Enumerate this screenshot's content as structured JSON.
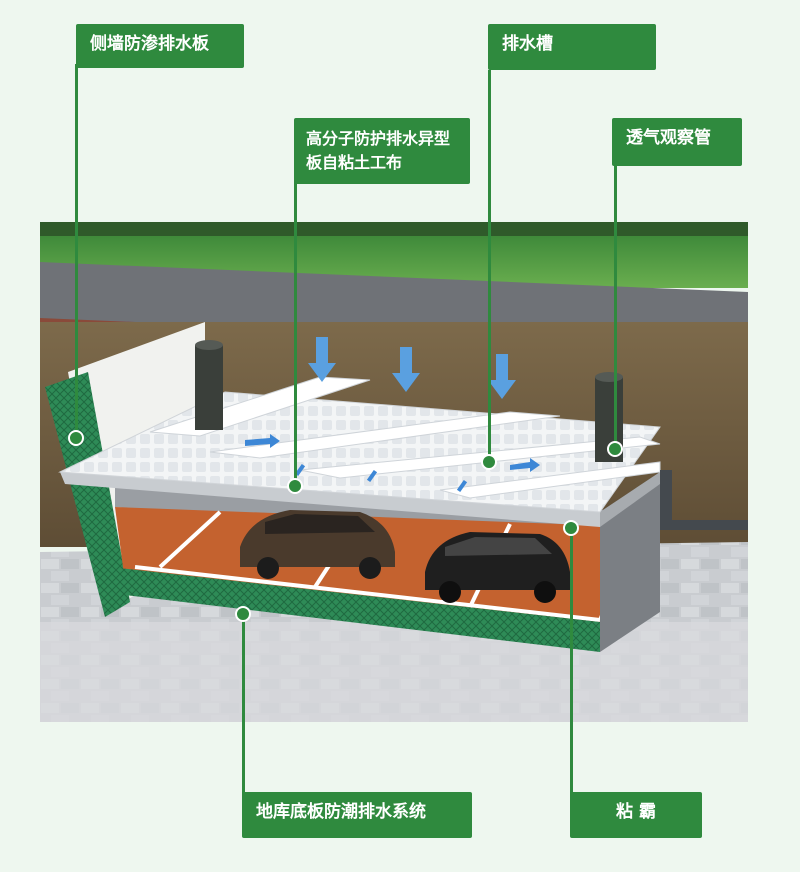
{
  "labels": {
    "side_wall_drain_board": "侧墙防渗排水板",
    "drainage_trough": "排水槽",
    "polymer_drain_board": "高分子防护排水异型板自粘土工布",
    "vent_observation_pipe": "透气观察管",
    "basement_floor_system": "地库底板防潮排水系统",
    "niba": "粘 霸"
  },
  "colors": {
    "label_bg": "#2f8a3e",
    "label_text": "#ffffff",
    "page_bg": "#eef7ef",
    "floor": "#c4622f",
    "drain_board_green": "#2e8b57"
  },
  "icons": [
    "down-arrow-icon",
    "flow-arrow-icon"
  ]
}
